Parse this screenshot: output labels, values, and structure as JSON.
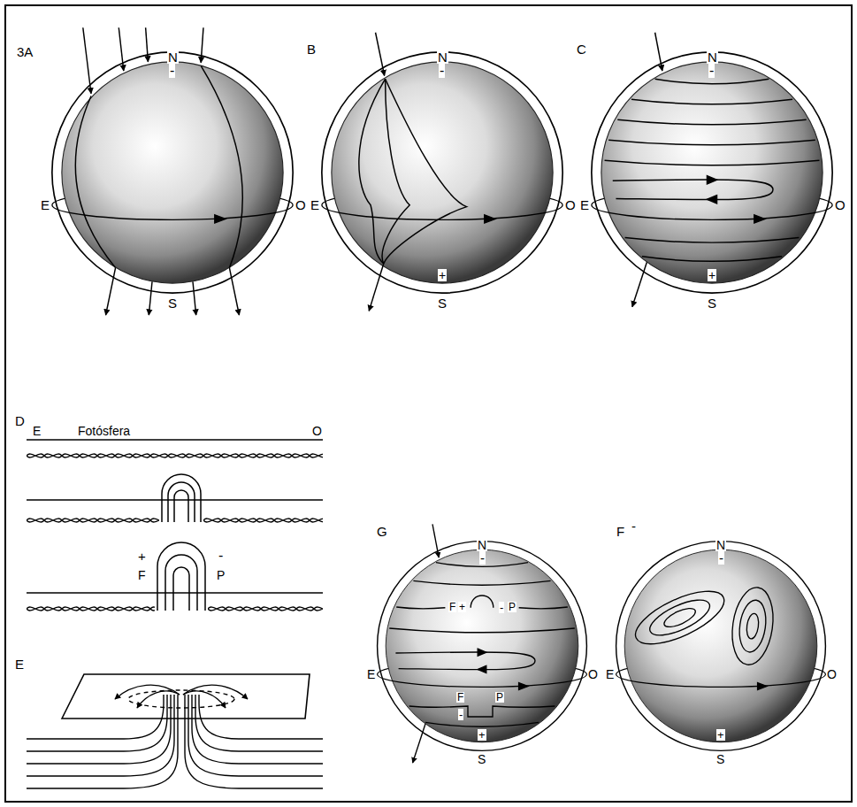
{
  "diagram": {
    "labels": [
      "3A",
      "N",
      "-",
      "E",
      "O",
      "S",
      "B",
      "N",
      "-",
      "E",
      "O",
      "+",
      "S",
      "C",
      "N",
      "-",
      "E",
      "O",
      "+",
      "S",
      "D",
      "E",
      "Fotósfera",
      "O",
      "+",
      "F",
      "-",
      "P",
      "E",
      "G",
      "N",
      "-",
      "E",
      "O",
      "F",
      "+",
      "-",
      "P",
      "F",
      "P",
      "-",
      "+",
      "S",
      "F",
      "-",
      "N",
      "-",
      "E",
      "O",
      "+",
      "S"
    ]
  }
}
